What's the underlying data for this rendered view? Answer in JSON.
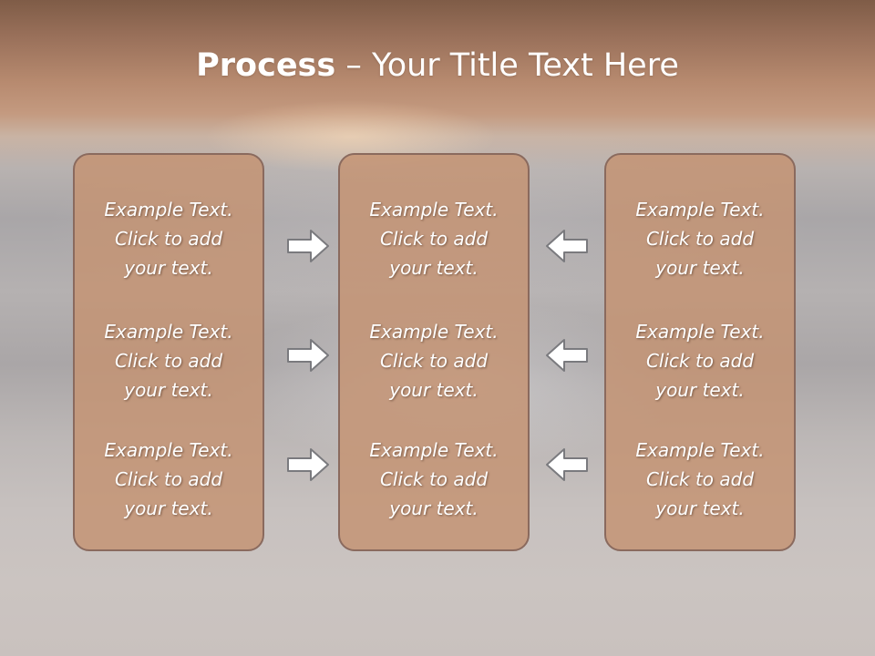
{
  "slide": {
    "title_bold": "Process",
    "title_rest": " – Your Title Text Here"
  },
  "columns": [
    {
      "cells": [
        {
          "line1": "Example Text.",
          "line2": "Click  to add",
          "line3": "your text."
        },
        {
          "line1": "Example Text.",
          "line2": "Click  to add",
          "line3": "your text."
        },
        {
          "line1": "Example Text.",
          "line2": "Click  to add",
          "line3": "your text."
        }
      ]
    },
    {
      "cells": [
        {
          "line1": "Example Text.",
          "line2": "Click  to add",
          "line3": "your text."
        },
        {
          "line1": "Example Text.",
          "line2": "Click  to add",
          "line3": "your text."
        },
        {
          "line1": "Example Text.",
          "line2": "Click  to add",
          "line3": "your text."
        }
      ]
    },
    {
      "cells": [
        {
          "line1": "Example Text.",
          "line2": "Click  to add",
          "line3": "your text."
        },
        {
          "line1": "Example Text.",
          "line2": "Click  to add",
          "line3": "your text."
        },
        {
          "line1": "Example Text.",
          "line2": "Click  to add",
          "line3": "your text."
        }
      ]
    }
  ],
  "arrows": {
    "left_group": "arrow-right-icon",
    "right_group": "arrow-left-icon"
  },
  "colors": {
    "box_fill": "#c49272",
    "box_border": "#8a6a5e",
    "arrow_fill": "#ffffff",
    "arrow_stroke": "#7a7a7e"
  }
}
